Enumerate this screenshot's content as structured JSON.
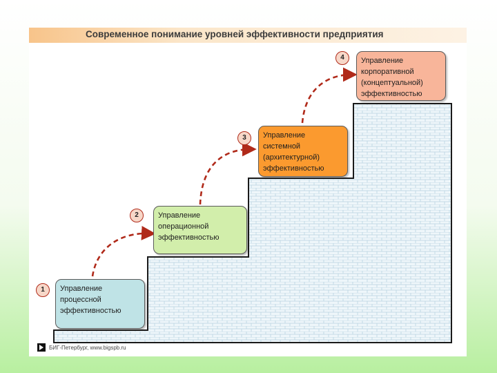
{
  "title": "Современное понимание уровней эффективности предприятия",
  "levels": [
    {
      "number": "1",
      "text": "Управление\nпроцессной\nэффективностью",
      "color": "#bfe3e6"
    },
    {
      "number": "2",
      "text": "Управление\nоперационной\nэффективностью",
      "color": "#d2eeab"
    },
    {
      "number": "3",
      "text": "Управление\nсистемной\n(архитектурной)\nэффективностью",
      "color": "#fb9a2f"
    },
    {
      "number": "4",
      "text": "Управление\nкорпоративной\n(концептуальной)\nэффективностью",
      "color": "#f8b59a"
    }
  ],
  "footer": "БИГ-Петербург, www.bigspb.ru",
  "colors": {
    "arrow": "#b02a1a",
    "brick_fill": "#eef6fa",
    "brick_line": "#b9d3e0"
  }
}
